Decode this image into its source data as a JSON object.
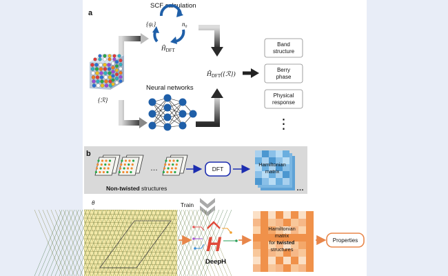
{
  "panel_a": {
    "label": "a",
    "scf_title": "SCF calculation",
    "psi_label": "{ψᵢ}",
    "n0_label": "n₀",
    "h_dft_label": "Ĥ",
    "h_dft_sub": "DFT",
    "structure_label": "{ℛ}",
    "nn_title": "Neural networks",
    "h_out_label": "Ĥ",
    "h_out_sub": "DFT",
    "h_out_arg": "({ℛ})",
    "outputs": [
      {
        "line1": "Band",
        "line2": "structure"
      },
      {
        "line1": "Berry",
        "line2": "phase"
      },
      {
        "line1": "Physical",
        "line2": "response"
      }
    ],
    "ellipsis": "⋮"
  },
  "panel_b": {
    "label": "b",
    "dots": "…",
    "dft": "DFT",
    "hamiltonian_line1": "Hamiltonian",
    "hamiltonian_line2": "matrix",
    "trailing_dots": "…",
    "caption_bold": "Non-twisted",
    "caption_rest": " structures"
  },
  "bottom": {
    "train": "Train",
    "theta": "θ",
    "deeph": "DeepH",
    "h_line1": "Hamiltonian",
    "h_line2": "matrix",
    "h_line3_plain": "for ",
    "h_line3_bold": "twisted",
    "h_line4": "structures",
    "properties": "Properties"
  },
  "colors": {
    "accent_blue": "#1f5fa8",
    "dft_border": "#1c2db0",
    "orange": "#e8864a",
    "grey_panel": "#d9d9d9",
    "white_card": "#ffffff"
  }
}
